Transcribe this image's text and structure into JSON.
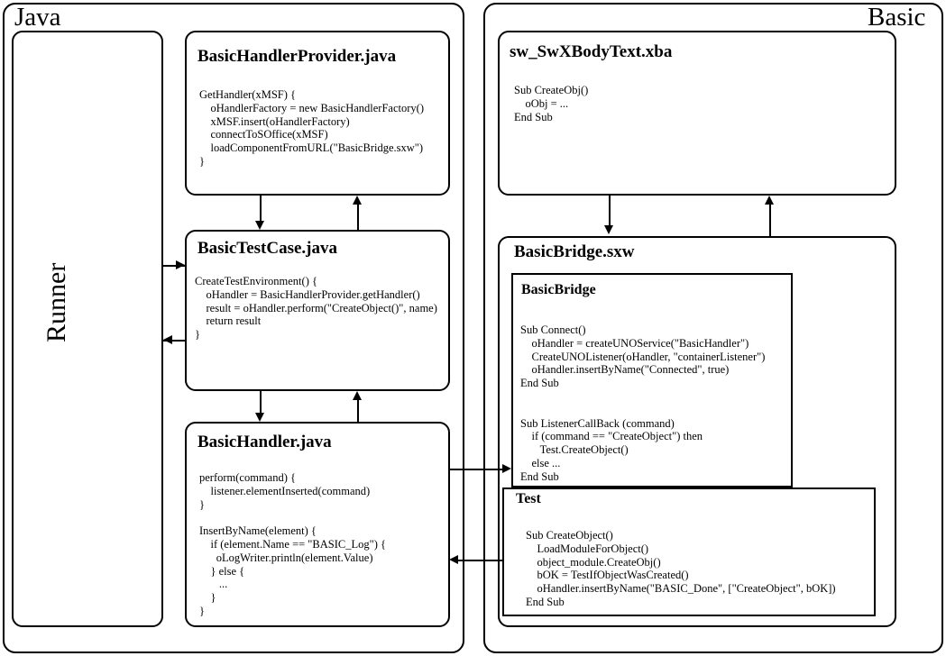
{
  "diagram": {
    "title": "Java / Basic BasicBridge architecture diagram",
    "panels": [
      {
        "id": "java",
        "label": "Java"
      },
      {
        "id": "basic",
        "label": "Basic"
      }
    ],
    "runner": {
      "label": "Runner"
    },
    "boxes": {
      "basic_handler_provider": {
        "title": "BasicHandlerProvider.java",
        "code": "GetHandler(xMSF) {\n    oHandlerFactory = new BasicHandlerFactory()\n    xMSF.insert(oHandlerFactory)\n    connectToSOffice(xMSF)\n    loadComponentFromURL(\"BasicBridge.sxw\")\n}"
      },
      "basic_test_case": {
        "title": "BasicTestCase.java",
        "code": "CreateTestEnvironment() {\n    oHandler = BasicHandlerProvider.getHandler()\n    result = oHandler.perform(\"CreateObject()\", name)\n    return result\n}"
      },
      "basic_handler": {
        "title": "BasicHandler.java",
        "code": "perform(command) {\n    listener.elementInserted(command)\n}\n\nInsertByName(element) {\n    if (element.Name == \"BASIC_Log\") {\n      oLogWriter.println(element.Value)\n    } else {\n       ...\n    }\n}"
      },
      "sw_swxbodytext": {
        "title": "sw_SwXBodyText.xba",
        "code": "Sub CreateObj()\n    oObj = ...\nEnd Sub"
      },
      "basic_bridge_sxw": {
        "title": "BasicBridge.sxw"
      },
      "basic_bridge_module": {
        "title": "BasicBridge",
        "code": "Sub Connect()\n    oHandler = createUNOService(\"BasicHandler\")\n    CreateUNOListener(oHandler, \"containerListener\")\n    oHandler.insertByName(\"Connected\", true)\nEnd Sub\n\n\nSub ListenerCallBack (command)\n    if (command == \"CreateObject\") then\n       Test.CreateObject()\n    else ...\nEnd Sub"
      },
      "test_module": {
        "title": "Test",
        "code": "Sub CreateObject()\n    LoadModuleForObject()\n    object_module.CreateObj()\n    bOK = TestIfObjectWasCreated()\n    oHandler.insertByName(\"BASIC_Done\", [\"CreateObject\", bOK])\nEnd Sub"
      }
    },
    "colors": {
      "stroke": "#000000",
      "background": "#ffffff"
    }
  }
}
